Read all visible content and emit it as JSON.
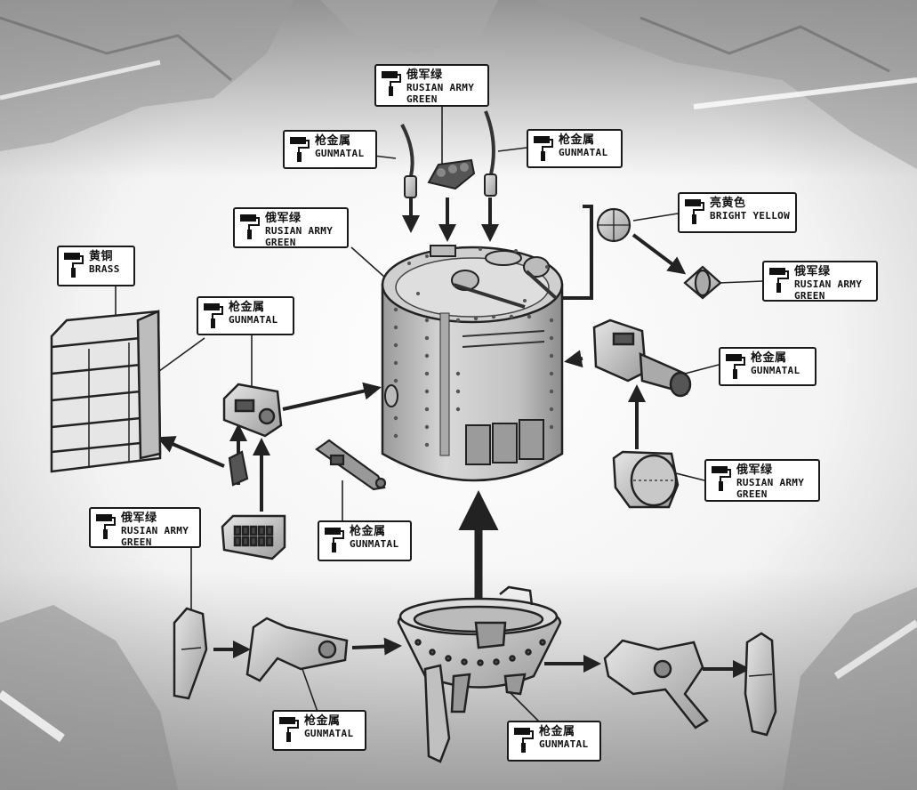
{
  "background": {
    "tone_light": "#f4f4f4",
    "tone_dark": "#8a8a8a",
    "ink": "#1a1a1a",
    "metal": "#c9c9c9"
  },
  "paint_icon": "paint-roller-icon",
  "labels": {
    "brass": {
      "code": "黄铜",
      "lines": [
        "BRASS"
      ]
    },
    "rag_left": {
      "code": "俄军绿",
      "lines": [
        "RUSIAN ARMY",
        "GREEN"
      ]
    },
    "gun_left_top": {
      "code": "枪金属",
      "lines": [
        "GUNMATAL"
      ]
    },
    "rag_top": {
      "code": "俄军绿",
      "lines": [
        "RUSIAN ARMY",
        "GREEN"
      ]
    },
    "gun_top_left": {
      "code": "枪金属",
      "lines": [
        "GUNMATAL"
      ]
    },
    "gun_top_right": {
      "code": "枪金属",
      "lines": [
        "GUNMATAL"
      ]
    },
    "yellow": {
      "code": "亮黄色",
      "lines": [
        "BRIGHT YELLOW"
      ]
    },
    "rag_right": {
      "code": "俄军绿",
      "lines": [
        "RUSIAN ARMY",
        "GREEN"
      ]
    },
    "gun_right": {
      "code": "枪金属",
      "lines": [
        "GUNMATAL"
      ]
    },
    "rag_right_low": {
      "code": "俄军绿",
      "lines": [
        "RUSIAN ARMY",
        "GREEN"
      ]
    },
    "rag_low_left": {
      "code": "俄军绿",
      "lines": [
        "RUSIAN ARMY",
        "GREEN"
      ]
    },
    "gun_mid": {
      "code": "枪金属",
      "lines": [
        "GUNMATAL"
      ]
    },
    "gun_bottom_left": {
      "code": "枪金属",
      "lines": [
        "GUNMATAL"
      ]
    },
    "gun_bottom_mid": {
      "code": "枪金属",
      "lines": [
        "GUNMATAL"
      ]
    }
  }
}
